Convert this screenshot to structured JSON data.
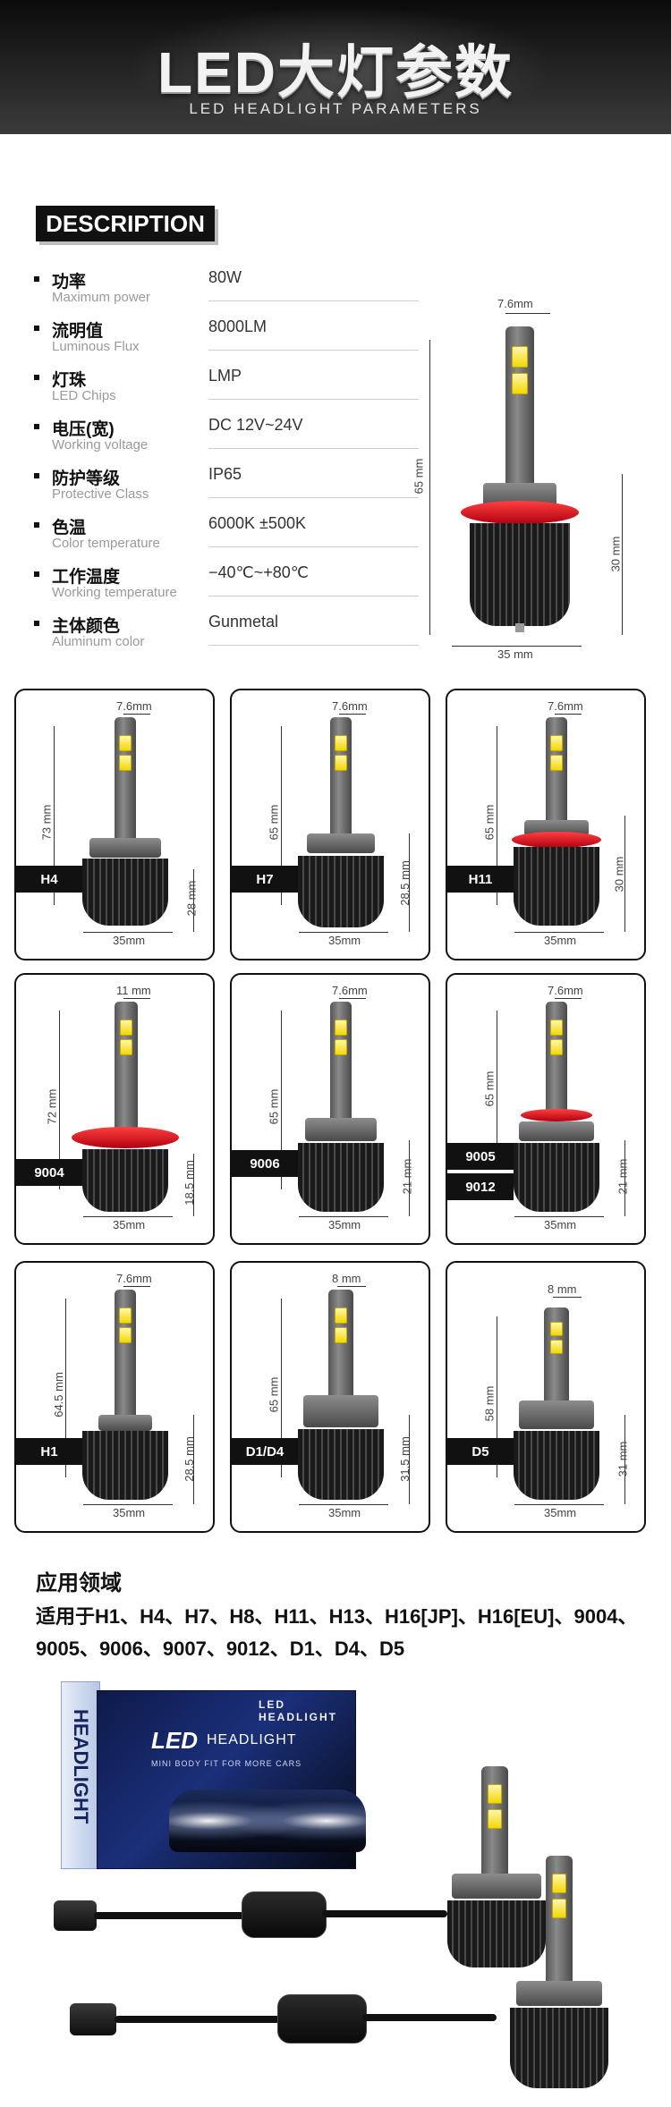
{
  "header": {
    "title_cn": "LED大灯参数",
    "title_en": "LED HEADLIGHT PARAMETERS"
  },
  "description": {
    "badge": "DESCRIPTION",
    "specs": [
      {
        "cn": "功率",
        "en": "Maximum power",
        "value": "80W"
      },
      {
        "cn": "流明值",
        "en": "Luminous Flux",
        "value": "8000LM"
      },
      {
        "cn": "灯珠",
        "en": "LED Chips",
        "value": "LMP"
      },
      {
        "cn": "电压(宽)",
        "en": "Working voltage",
        "value": "DC 12V~24V"
      },
      {
        "cn": "防护等级",
        "en": "Protective Class",
        "value": "IP65"
      },
      {
        "cn": "色温",
        "en": "Color temperature",
        "value": "6000K ±500K"
      },
      {
        "cn": "工作温度",
        "en": "Working temperature",
        "value": "−40℃~+80℃"
      },
      {
        "cn": "主体颜色",
        "en": "Aluminum color",
        "value": "Gunmetal"
      }
    ],
    "main_dims": {
      "top": "7.6mm",
      "height": "65 mm",
      "base_height": "30 mm",
      "width": "35 mm"
    }
  },
  "models": [
    {
      "label": "H4",
      "top": "7.6mm",
      "height": "73 mm",
      "base": "28 mm",
      "width": "35mm"
    },
    {
      "label": "H7",
      "top": "7.6mm",
      "height": "65 mm",
      "base": "28.5 mm",
      "width": "35mm"
    },
    {
      "label": "H11",
      "top": "7.6mm",
      "height": "65 mm",
      "base": "30 mm",
      "width": "35mm"
    },
    {
      "label": "9004",
      "top": "11 mm",
      "height": "72 mm",
      "base": "18.5 mm",
      "width": "35mm"
    },
    {
      "label": "9006",
      "top": "7.6mm",
      "height": "65 mm",
      "base": "21 mm",
      "width": "35mm"
    },
    {
      "label": "9005",
      "label2": "9012",
      "top": "7.6mm",
      "height": "65 mm",
      "base": "21 mm",
      "width": "35mm"
    },
    {
      "label": "H1",
      "top": "7.6mm",
      "height": "64.5 mm",
      "base": "28.5 mm",
      "width": "35mm"
    },
    {
      "label": "D1/D4",
      "top": "8 mm",
      "height": "65 mm",
      "base": "31.5 mm",
      "width": "35mm"
    },
    {
      "label": "D5",
      "top": "8 mm",
      "height": "58 mm",
      "base": "31 mm",
      "width": "35mm"
    }
  ],
  "applications": {
    "title": "应用领域",
    "text": "适用于H1、H4、H7、H8、H11、H13、H16[JP]、H16[EU]、9004、9005、9006、9007、9012、D1、D4、D5"
  },
  "package": {
    "side_text": "LED HEADLIGHT",
    "brand": "LED",
    "brand_word": "HEADLIGHT",
    "subline": "MINI BODY FIT FOR MORE CARS",
    "top_logo": "LED HEADLIGHT"
  },
  "colors": {
    "accent_red": "#d0101f",
    "chip_yellow": "#f2d800",
    "dark": "#111111"
  }
}
